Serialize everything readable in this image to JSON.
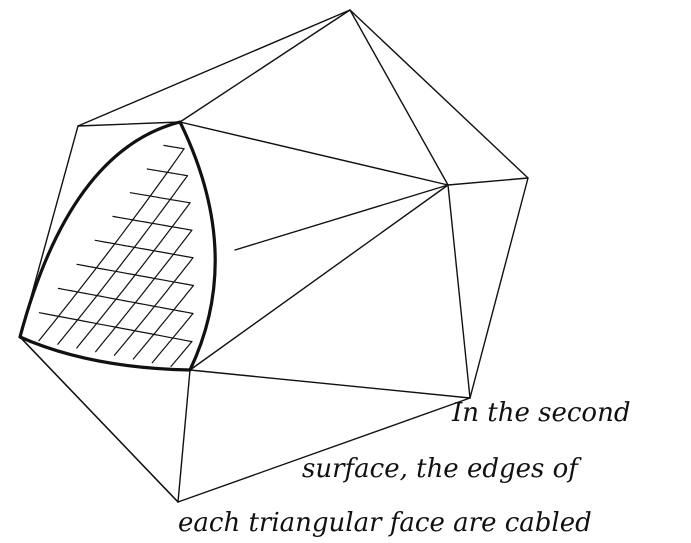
{
  "caption": {
    "line1": "In the second",
    "line2": "surface, the edges of",
    "line3": "each triangular face are cabled"
  },
  "colors": {
    "ink": "#111111",
    "paper": "#ffffff"
  }
}
